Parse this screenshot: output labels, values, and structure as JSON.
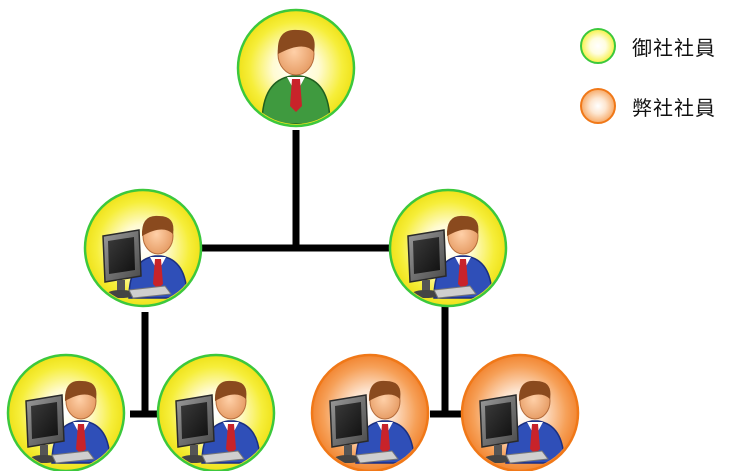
{
  "legend": {
    "client_employee": "御社社員",
    "our_employee": "弊社社員"
  },
  "colors": {
    "client_fill": "#f3ea28",
    "client_border": "#3cc83c",
    "our_fill": "#f28a36",
    "our_border": "#f07818",
    "connector": "#000000",
    "manager_suit": "#3f9a3f",
    "worker_suit": "#2f4fb8"
  },
  "nodes": [
    {
      "id": "top-manager",
      "group": "client",
      "figure": "manager-at-rest"
    },
    {
      "id": "mid-left",
      "group": "client",
      "figure": "worker-at-computer"
    },
    {
      "id": "mid-right",
      "group": "client",
      "figure": "worker-at-computer"
    },
    {
      "id": "bottom-1",
      "group": "client",
      "figure": "worker-at-computer"
    },
    {
      "id": "bottom-2",
      "group": "client",
      "figure": "worker-at-computer"
    },
    {
      "id": "bottom-3",
      "group": "ours",
      "figure": "worker-at-computer"
    },
    {
      "id": "bottom-4",
      "group": "ours",
      "figure": "worker-at-computer"
    }
  ],
  "edges": [
    {
      "from": "top-manager",
      "to": "mid-left"
    },
    {
      "from": "top-manager",
      "to": "mid-right"
    },
    {
      "from": "mid-left",
      "to": "bottom-1"
    },
    {
      "from": "mid-left",
      "to": "bottom-2"
    },
    {
      "from": "mid-right",
      "to": "bottom-3"
    },
    {
      "from": "mid-right",
      "to": "bottom-4"
    }
  ]
}
